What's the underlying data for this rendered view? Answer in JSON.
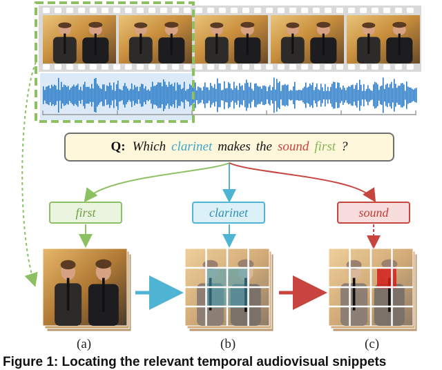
{
  "question": {
    "prefix": "Q:",
    "words": [
      {
        "text": "Which",
        "color": "#111111"
      },
      {
        "text": "clarinet",
        "color": "#3aa7c9"
      },
      {
        "text": "makes",
        "color": "#111111"
      },
      {
        "text": "the",
        "color": "#111111"
      },
      {
        "text": "sound",
        "color": "#c8443f"
      },
      {
        "text": "first",
        "color": "#82b755"
      },
      {
        "text": "?",
        "color": "#111111"
      }
    ]
  },
  "keywords": {
    "first": "first",
    "clarinet": "clarinet",
    "sound": "sound"
  },
  "panel_labels": {
    "a": "(a)",
    "b": "(b)",
    "c": "(c)"
  },
  "caption": "Figure 1: Locating the relevant temporal audiovisual snippets",
  "colors": {
    "green": "#8cc063",
    "blue": "#4fb3d3",
    "red": "#c8443f",
    "film": "#d6d6d6",
    "wave": "#2b7cc8"
  }
}
